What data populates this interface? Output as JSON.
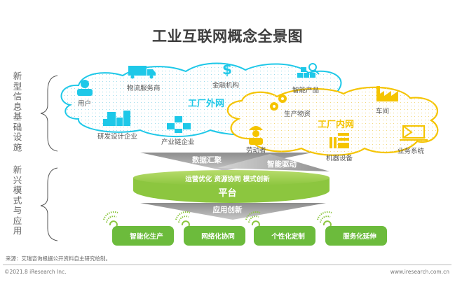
{
  "title": "工业互联网概念全景图",
  "side_labels": {
    "infrastructure": "新型信息基础设施",
    "applications": "新兴模式与应用"
  },
  "outer_network": {
    "title": "工厂外网",
    "color": "#1ec8e8",
    "nodes": [
      {
        "label": "用户",
        "icon": "user-icon"
      },
      {
        "label": "物流服务商",
        "icon": "truck-icon"
      },
      {
        "label": "金融机构",
        "icon": "dollar-icon"
      },
      {
        "label": "智能产品",
        "icon": "smart-product-icon"
      },
      {
        "label": "研发设计企业",
        "icon": "buildings-icon"
      },
      {
        "label": "产业链企业",
        "icon": "cubes-icon"
      }
    ]
  },
  "inner_network": {
    "title": "工厂内网",
    "color": "#f5c400",
    "nodes": [
      {
        "label": "生产物资",
        "icon": "gears-icon"
      },
      {
        "label": "车间",
        "icon": "factory-icon"
      },
      {
        "label": "劳动者",
        "icon": "worker-icon"
      },
      {
        "label": "机器设备",
        "icon": "machine-icon"
      },
      {
        "label": "业务系统",
        "icon": "laptop-icon"
      }
    ]
  },
  "flows": {
    "data_aggregation": "数据汇聚",
    "intelligent_drive": "智能驱动",
    "app_innovation": "应用创新"
  },
  "platform": {
    "subtitle": "运营优化 资源协同 模式创新",
    "title": "平台",
    "color": "#8cc63f"
  },
  "applications": [
    {
      "label": "智能化生产",
      "icon": "wireless-icon"
    },
    {
      "label": "网络化协同",
      "icon": "wireless-icon"
    },
    {
      "label": "个性化定制",
      "icon": "wireless-icon"
    },
    {
      "label": "服务化延伸",
      "icon": "wireless-icon"
    }
  ],
  "footer": {
    "source": "来源：艾瑞咨询根据公开资料自主研究绘制。",
    "copyright": "©2021.8 iResearch Inc.",
    "url": "www.iresearch.com.cn"
  }
}
